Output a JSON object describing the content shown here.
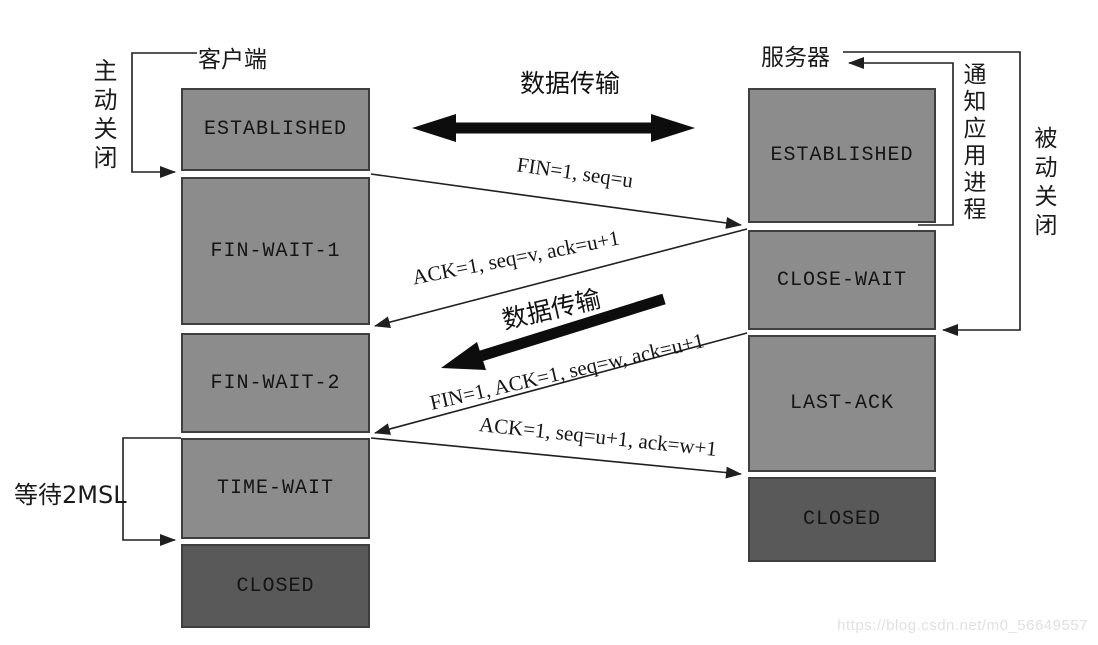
{
  "diagram": {
    "client": {
      "header": "客户端",
      "side_label": "主动关闭",
      "wait_label": "等待2MSL",
      "states": [
        "ESTABLISHED",
        "FIN-WAIT-1",
        "FIN-WAIT-2",
        "TIME-WAIT",
        "CLOSED"
      ]
    },
    "server": {
      "header": "服务器",
      "notify_label": "通知应用进程",
      "side_label": "被动关闭",
      "states": [
        "ESTABLISHED",
        "CLOSE-WAIT",
        "LAST-ACK",
        "CLOSED"
      ]
    },
    "transfers": {
      "top": "数据传输",
      "middle": "数据传输"
    },
    "messages": {
      "fin": "FIN=1, seq=u",
      "ack": "ACK=1, seq=v, ack=u+1",
      "finack": "FIN=1, ACK=1, seq=w, ack=u+1",
      "lastack": "ACK=1, seq=u+1, ack=w+1"
    },
    "watermark": "https://blog.csdn.net/m0_56649557",
    "colors": {
      "state_box": "#8c8c8c",
      "closed_box": "#595959",
      "line": "#1f1f1f"
    }
  }
}
